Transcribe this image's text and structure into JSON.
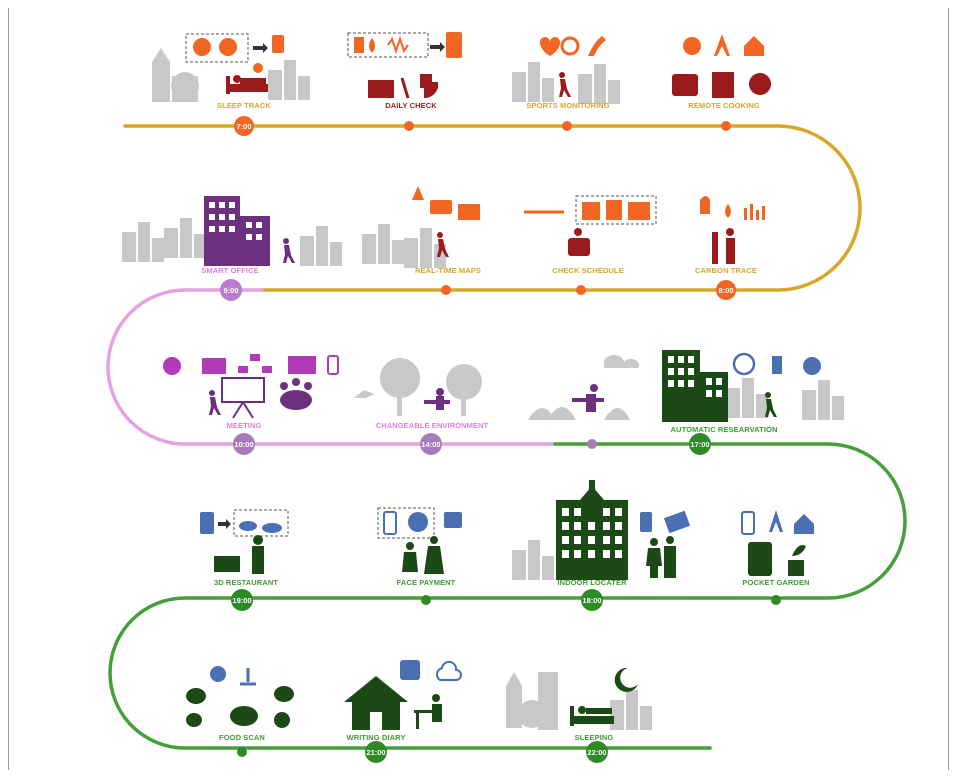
{
  "colors": {
    "orange": "#f26522",
    "gold": "#d9a52b",
    "red": "#9b1b1b",
    "purple": "#6d2f7f",
    "pink": "#e27fd9",
    "lilac": "#a77bba",
    "green": "#3f9b34",
    "darkgreen": "#1c4a16",
    "blue": "#4a6fb3",
    "grey": "#c8c8c8"
  },
  "activities": [
    {
      "id": "sleep-track",
      "label": "SLEEP  TRACK",
      "time": "7:00",
      "icons": [
        "phone-icon",
        "brain-icon",
        "arrow-icon",
        "tower-icon",
        "bed-icon",
        "alarm-icon"
      ]
    },
    {
      "id": "daily-check",
      "label": "DAILY CHECK",
      "time": "",
      "icons": [
        "bottle-icon",
        "drop-icon",
        "wave-icon",
        "tablet-icon",
        "scale-icon",
        "toilet-icon"
      ]
    },
    {
      "id": "sports-monitoring",
      "label": "SPORTS MONITORING",
      "time": "",
      "icons": [
        "heart-icon",
        "stopwatch-icon",
        "road-icon",
        "runner-icon"
      ]
    },
    {
      "id": "remote-cooking",
      "label": "REMOTE COOKING",
      "time": "",
      "icons": [
        "voice-icon",
        "tower-icon",
        "home-icon",
        "toaster-icon",
        "coffee-maker-icon",
        "pan-icon"
      ]
    },
    {
      "id": "carbon-trace",
      "label": "CARBON  TRACE",
      "time": "8:00",
      "icons": [
        "foot-icon",
        "drop-icon",
        "bar-chart-icon",
        "person-icon"
      ]
    },
    {
      "id": "check-schedule",
      "label": "CHECK SCHEDULE",
      "time": "",
      "icons": [
        "key-icon",
        "calendar-icon",
        "clipboard-icon",
        "map-icon",
        "person-icon"
      ]
    },
    {
      "id": "real-time-maps",
      "label": "REAL-TIME  MAPS",
      "time": "",
      "icons": [
        "cone-icon",
        "bus-icon",
        "map-icon",
        "walker-icon"
      ]
    },
    {
      "id": "smart-office",
      "label": "SMART  OFFICE",
      "time": "9:00",
      "icons": [
        "building-icon",
        "walker-icon"
      ]
    },
    {
      "id": "meeting",
      "label": "MEETING",
      "time": "10:00",
      "icons": [
        "voice-icon",
        "projector-icon",
        "network-icon",
        "laptop-icon",
        "phone-icon",
        "presenter-icon",
        "meeting-table-icon"
      ]
    },
    {
      "id": "changeable-environment",
      "label": "CHANGEABLE  ENVIRONMENT",
      "time": "14:00",
      "icons": [
        "tree-icon",
        "bird-icon",
        "desk-worker-icon"
      ]
    },
    {
      "id": "opera",
      "label": "",
      "time": "",
      "icons": [
        "cloud-icon",
        "opera-house-icon",
        "desk-worker-icon"
      ]
    },
    {
      "id": "automatic-reservation",
      "label": "AUTOMATIC  RESEARVATION",
      "time": "17:00",
      "icons": [
        "user-icon",
        "drink-icon",
        "plate-icon",
        "building-icon",
        "walker-icon"
      ]
    },
    {
      "id": "pocket-garden",
      "label": "POCKET GARDEN",
      "time": "",
      "icons": [
        "phone-icon",
        "tower-icon",
        "home-icon",
        "plant-icon"
      ]
    },
    {
      "id": "indoor-locater",
      "label": "INDOOR  LOCATER",
      "time": "18:00",
      "icons": [
        "building-icon",
        "tag-icon",
        "map-icon",
        "couple-icon"
      ]
    },
    {
      "id": "face-payment",
      "label": "FACE  PAYMENT",
      "time": "",
      "icons": [
        "phone-icon",
        "face-icon",
        "wallet-icon",
        "shopper-icon"
      ]
    },
    {
      "id": "3d-restaurant",
      "label": "3D  RESTAURANT",
      "time": "19:00",
      "icons": [
        "phone-icon",
        "food-icon",
        "waiter-icon"
      ]
    },
    {
      "id": "food-scan",
      "label": "FOOD SCAN",
      "time": "",
      "icons": [
        "voice-icon",
        "scale-icon",
        "food-icon"
      ]
    },
    {
      "id": "writing-diary",
      "label": "WRITING DIARY",
      "time": "21:00",
      "icons": [
        "house-icon",
        "evernote-icon",
        "cloud-upload-icon",
        "desk-worker-icon"
      ]
    },
    {
      "id": "sleeping",
      "label": "SLEEPING",
      "time": "22:00",
      "icons": [
        "moon-icon",
        "bed-icon"
      ]
    }
  ]
}
